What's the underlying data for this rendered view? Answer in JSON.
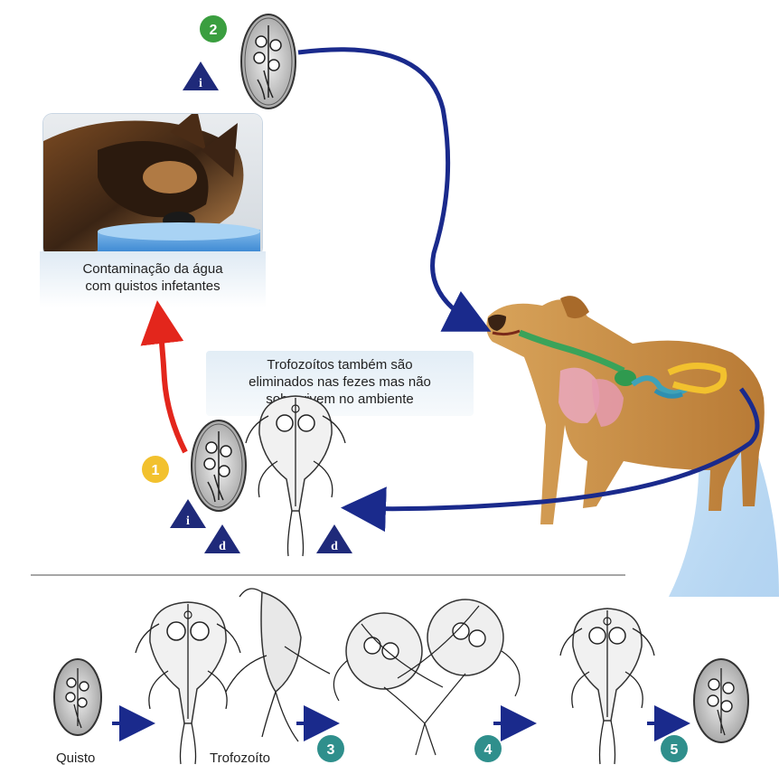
{
  "captions": {
    "contamination_line1": "Contaminação da água",
    "contamination_line2": "com quistos infetantes",
    "tropho_line1": "Trofozoítos também são",
    "tropho_line2": "eliminados nas fezes mas não",
    "tropho_line3": "sobrevivem no ambiente"
  },
  "stage_labels": {
    "quisto": "Quisto",
    "trofozoito": "Trofozoíto"
  },
  "step_badges": {
    "step1": "1",
    "step2": "2",
    "step3": "3",
    "step4": "4",
    "step5": "5"
  },
  "stage_markers": {
    "infective": "i",
    "diagnostic": "d"
  },
  "colors": {
    "badge_yellow": "#f2c12e",
    "badge_green": "#3a9e3f",
    "badge_teal": "#2f8f8c",
    "arrow_navy": "#1a2a8c",
    "arrow_red": "#e3261c",
    "marker_navy": "#1f2a7a"
  },
  "icons": {
    "photo": "dog-drinking-water-photo",
    "host": "dog-with-digestive-tract-illustration",
    "cyst": "giardia-cyst-icon",
    "trophozoite": "giardia-trophozoite-icon"
  }
}
